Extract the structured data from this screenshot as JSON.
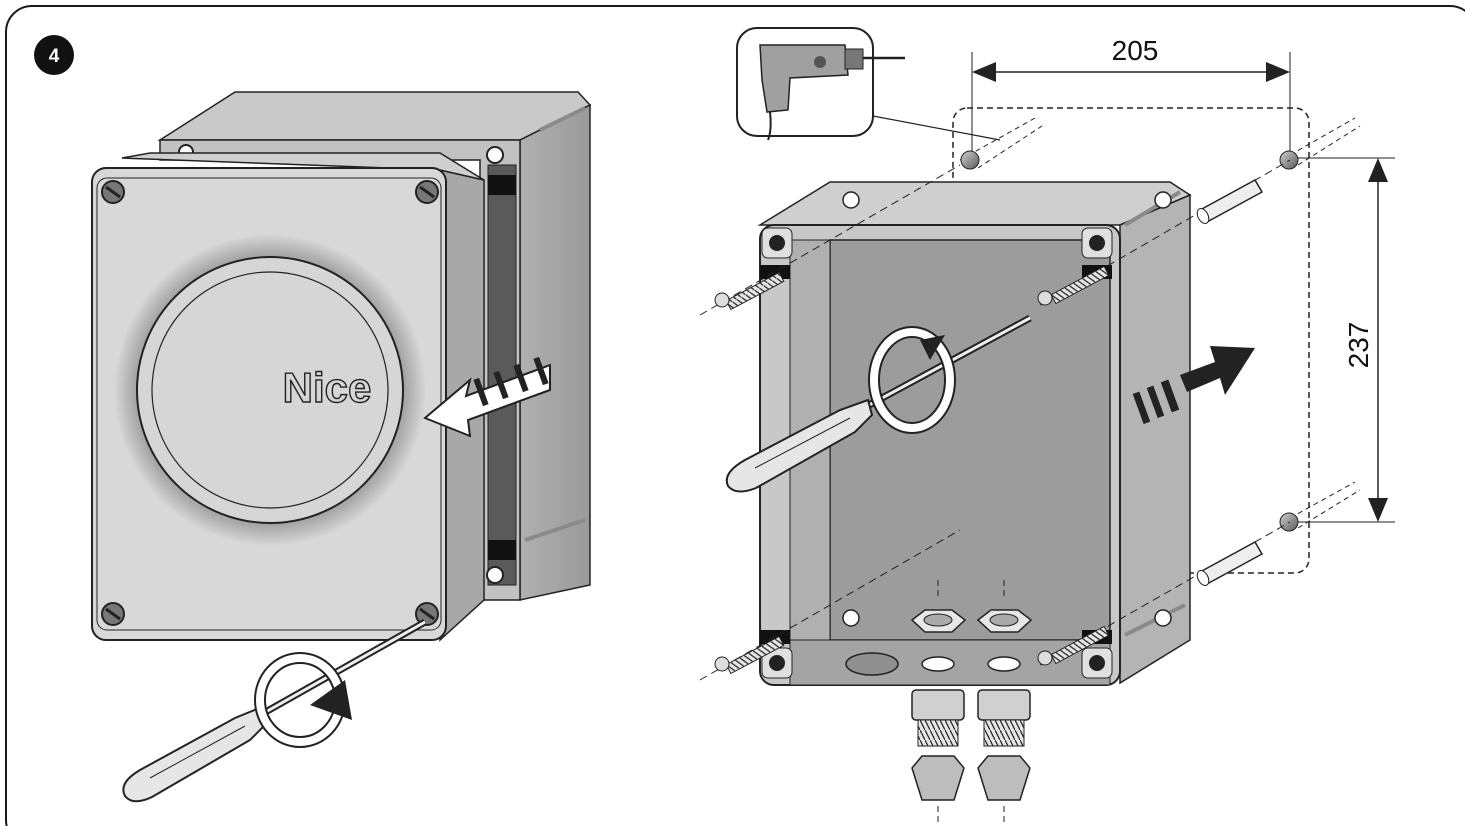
{
  "step": {
    "number": "4"
  },
  "left_illustration": {
    "brand_logo_text": "Nice"
  },
  "right_illustration": {
    "dimension_horizontal": "205",
    "dimension_vertical": "237"
  },
  "colors": {
    "frame_stroke": "#1a1a1a",
    "box_light": "#d9d9d9",
    "box_mid": "#b3b3b3",
    "box_dark": "#8c8c8c",
    "box_inner": "#9a9a9a",
    "arrow_fill": "#222222",
    "badge_fill": "#111111"
  }
}
